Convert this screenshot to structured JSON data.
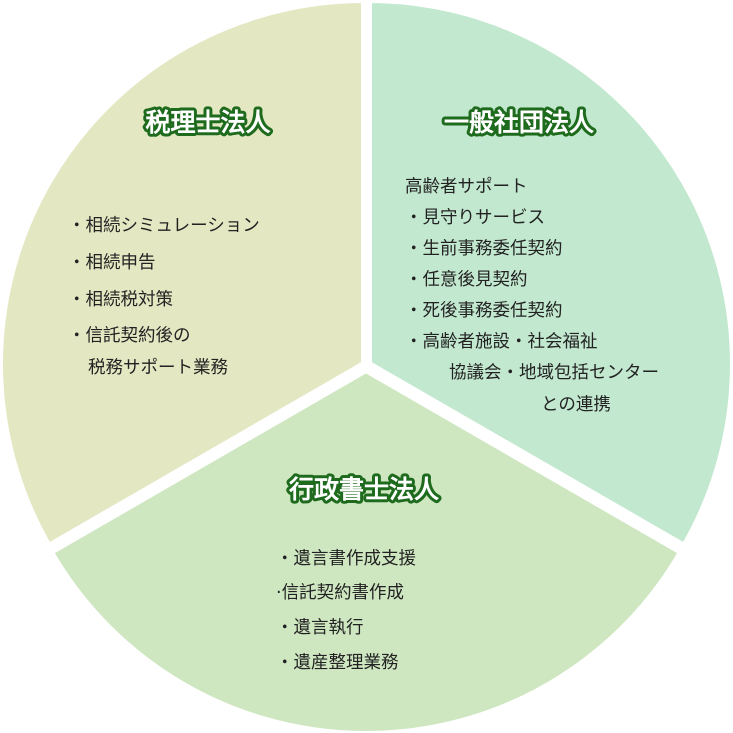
{
  "colors": {
    "tax": "#e3e7c2",
    "general": "#c2e8cf",
    "admin": "#cfe7c1",
    "title_outline": "#1e6b1e"
  },
  "sectors": {
    "tax": {
      "title": "税理士法人",
      "items": [
        "・相続シミュレーション",
        "・相続申告",
        "・相続税対策",
        "・信託契約後の",
        "税務サポート業務"
      ]
    },
    "general": {
      "title": "一般社団法人",
      "items": [
        "高齢者サポート",
        "・見守りサービス",
        "・生前事務委任契約",
        "・任意後見契約",
        "・死後事務委任契約",
        "・高齢者施設・社会福祉",
        "協議会・地域包括センター",
        "との連携"
      ]
    },
    "admin": {
      "title": "行政書士法人",
      "items": [
        "・遺言書作成支援",
        "·信託契約書作成",
        "・遺言執行",
        "・遺産整理業務"
      ]
    }
  }
}
